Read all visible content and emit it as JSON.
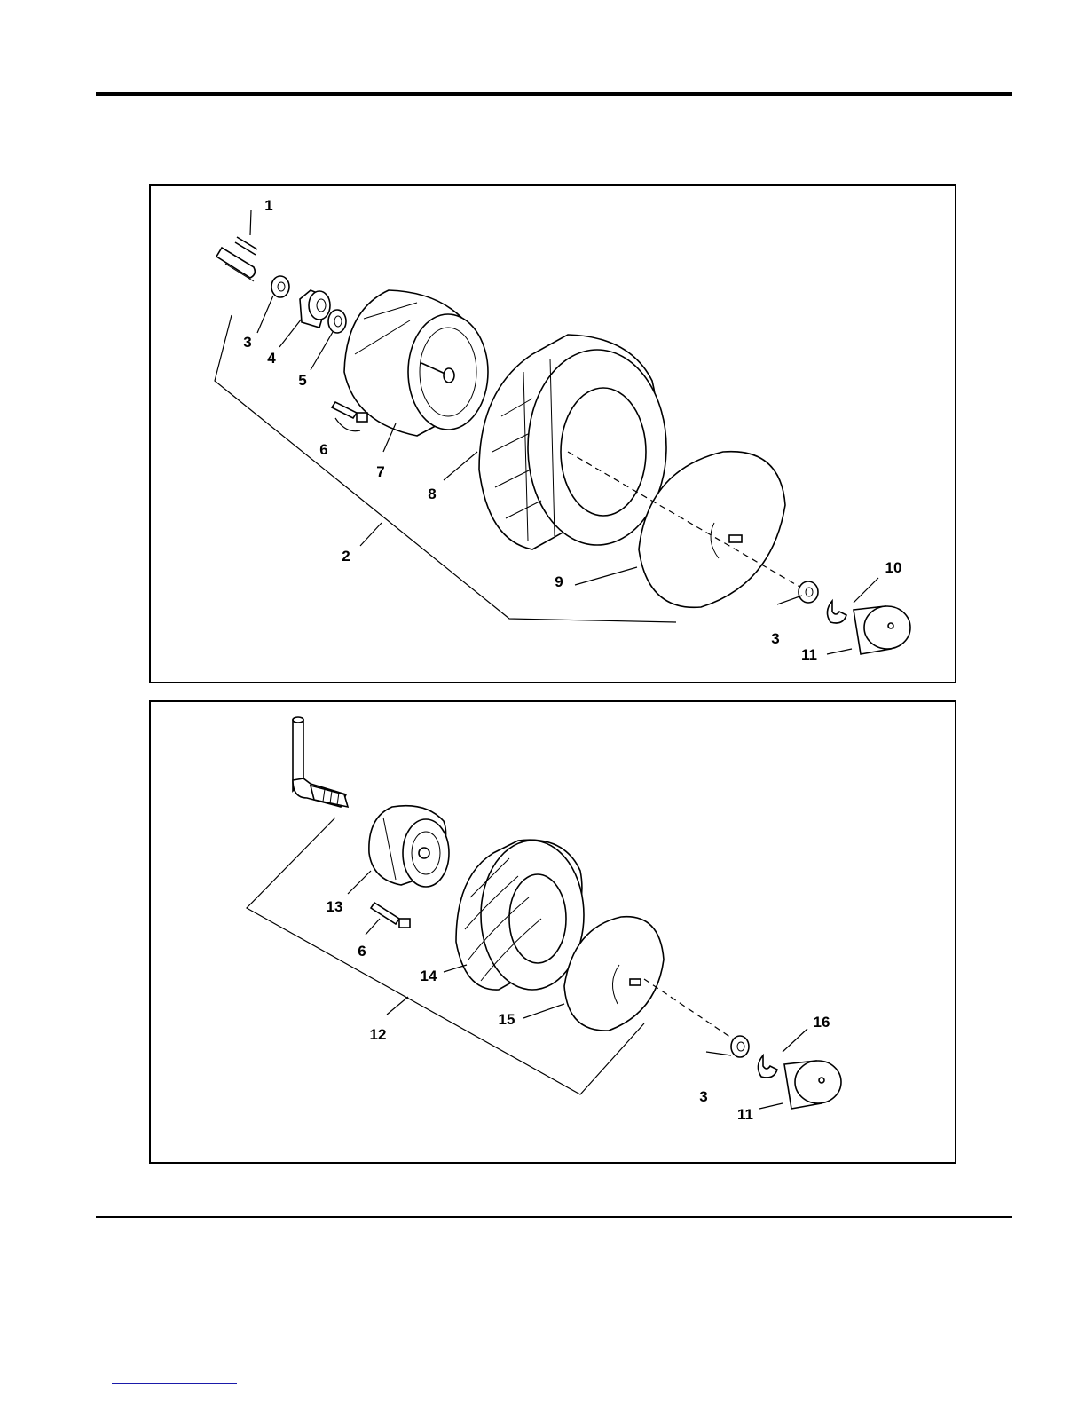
{
  "diagram": {
    "top": {
      "callouts": [
        "1",
        "2",
        "3",
        "4",
        "5",
        "6",
        "7",
        "8",
        "9",
        "10",
        "3",
        "11"
      ]
    },
    "bottom": {
      "callouts": [
        "13",
        "6",
        "14",
        "12",
        "15",
        "16",
        "3",
        "11"
      ]
    }
  }
}
